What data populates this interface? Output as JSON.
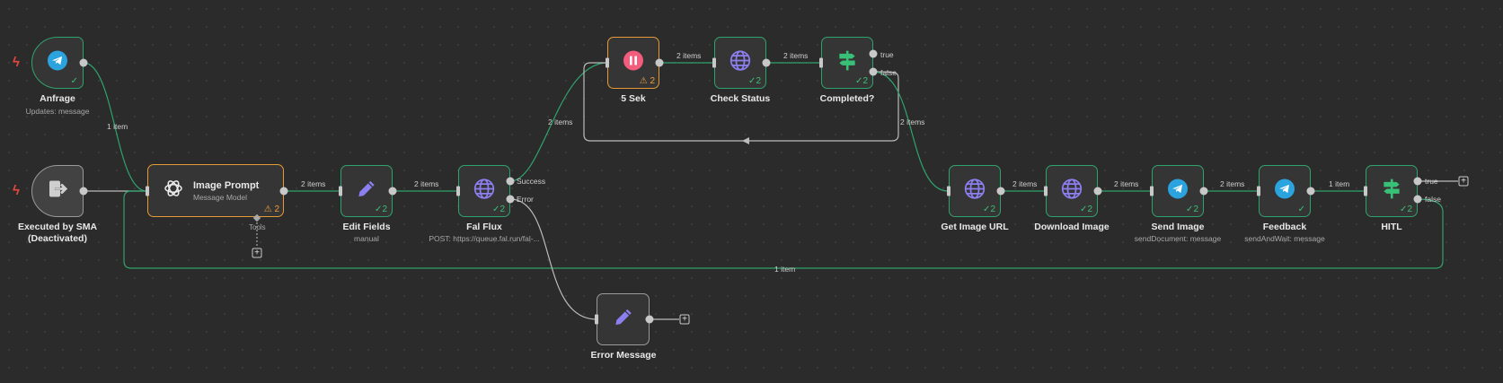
{
  "colors": {
    "success": "#2fa36d",
    "warning": "#e59a38",
    "canvas": "#2b2b2b"
  },
  "nodes": {
    "anfrage": {
      "label": "Anfrage",
      "sub": "Updates: message",
      "icon": "telegram-icon"
    },
    "executed": {
      "label": "Executed by SMA",
      "label2": "(Deactivated)",
      "icon": "exit-icon"
    },
    "image_prompt": {
      "label": "Image Prompt",
      "sub": "Message Model",
      "warn_count": "2",
      "tools": "Tools",
      "icon": "openai-icon"
    },
    "edit_fields": {
      "label": "Edit Fields",
      "sub": "manual",
      "count": "2",
      "icon": "pencil-icon"
    },
    "fal_flux": {
      "label": "Fal Flux",
      "sub": "POST: https://queue.fal.run/fal-...",
      "count": "2",
      "success": "Success",
      "error": "Error",
      "icon": "globe-icon"
    },
    "wait": {
      "label": "5 Sek",
      "warn_count": "2",
      "icon": "pause-icon"
    },
    "check_status": {
      "label": "Check Status",
      "count": "2",
      "icon": "globe-icon"
    },
    "completed": {
      "label": "Completed?",
      "count": "2",
      "true": "true",
      "false": "false",
      "icon": "signpost-icon"
    },
    "get_image_url": {
      "label": "Get Image URL",
      "count": "2",
      "icon": "globe-icon"
    },
    "download_image": {
      "label": "Download Image",
      "count": "2",
      "icon": "globe-icon"
    },
    "send_image": {
      "label": "Send Image",
      "sub": "sendDocument: message",
      "count": "2",
      "icon": "telegram-icon"
    },
    "feedback": {
      "label": "Feedback",
      "sub": "sendAndWait: message",
      "icon": "telegram-icon"
    },
    "hitl": {
      "label": "HITL",
      "count": "2",
      "true": "true",
      "false": "false",
      "icon": "signpost-icon"
    },
    "error_message": {
      "label": "Error Message",
      "icon": "pencil-icon"
    }
  },
  "connections": {
    "anfrage_to_prompt": "1 item",
    "prompt_to_edit": "2 items",
    "edit_to_fal": "2 items",
    "fal_to_wait": "2 items",
    "wait_to_check": "2 items",
    "check_to_completed": "2 items",
    "completed_to_get": "2 items",
    "get_to_download": "2 items",
    "download_to_send": "2 items",
    "send_to_feedback": "2 items",
    "feedback_to_hitl": "1 item",
    "hitl_loop": "1 item"
  }
}
